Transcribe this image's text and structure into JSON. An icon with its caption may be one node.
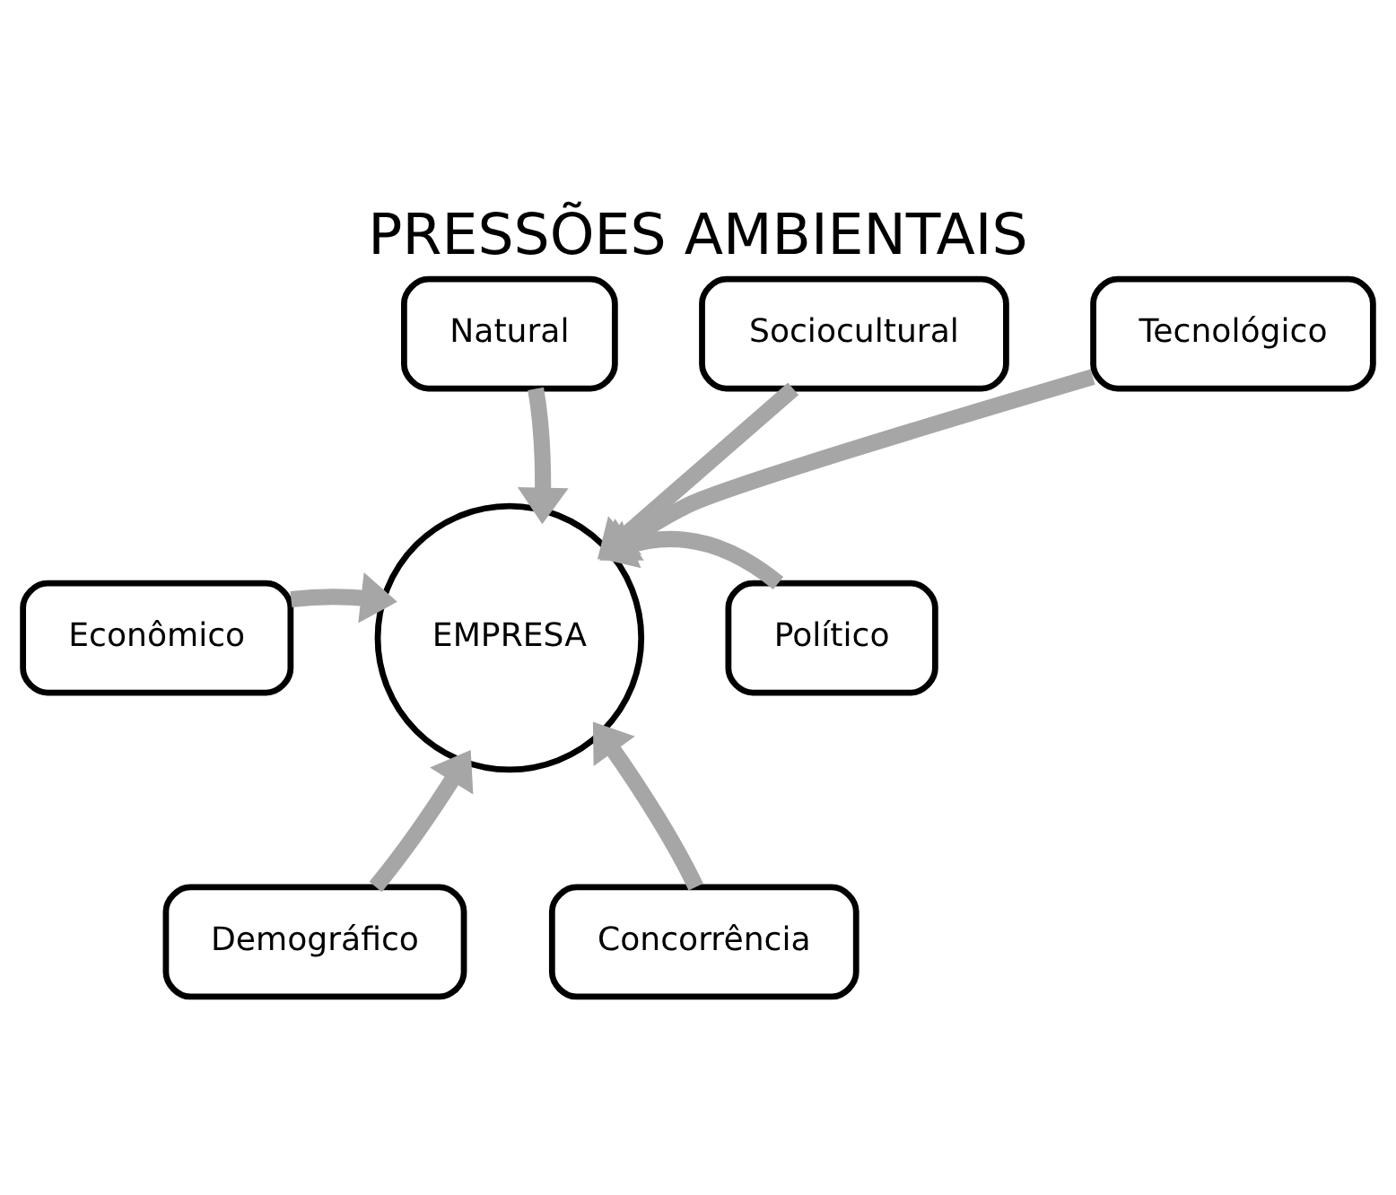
{
  "diagram": {
    "title": "PRESSÕES AMBIENTAIS",
    "nodes": [
      {
        "text": [
          "Natural"
        ]
      },
      {
        "text": [
          "Sociocultural"
        ]
      },
      {
        "text": [
          "Tecnológico"
        ]
      },
      {
        "text": [
          "Econômico"
        ]
      },
      {
        "text": [
          "EMPRESA"
        ]
      },
      {
        "text": [
          "Político"
        ]
      },
      {
        "text": [
          "Demográfico"
        ]
      },
      {
        "text": [
          "Concorrência"
        ]
      }
    ],
    "edges": [
      {
        "from": 0,
        "to": 4,
        "arrow": "to"
      },
      {
        "from": 1,
        "to": 4,
        "arrow": "to"
      },
      {
        "from": 2,
        "to": 4,
        "arrow": "to"
      },
      {
        "from": 3,
        "to": 4,
        "arrow": "to"
      },
      {
        "from": 5,
        "to": 4,
        "arrow": "to"
      },
      {
        "from": 6,
        "to": 4,
        "arrow": "to"
      },
      {
        "from": 7,
        "to": 4,
        "arrow": "to"
      }
    ]
  }
}
